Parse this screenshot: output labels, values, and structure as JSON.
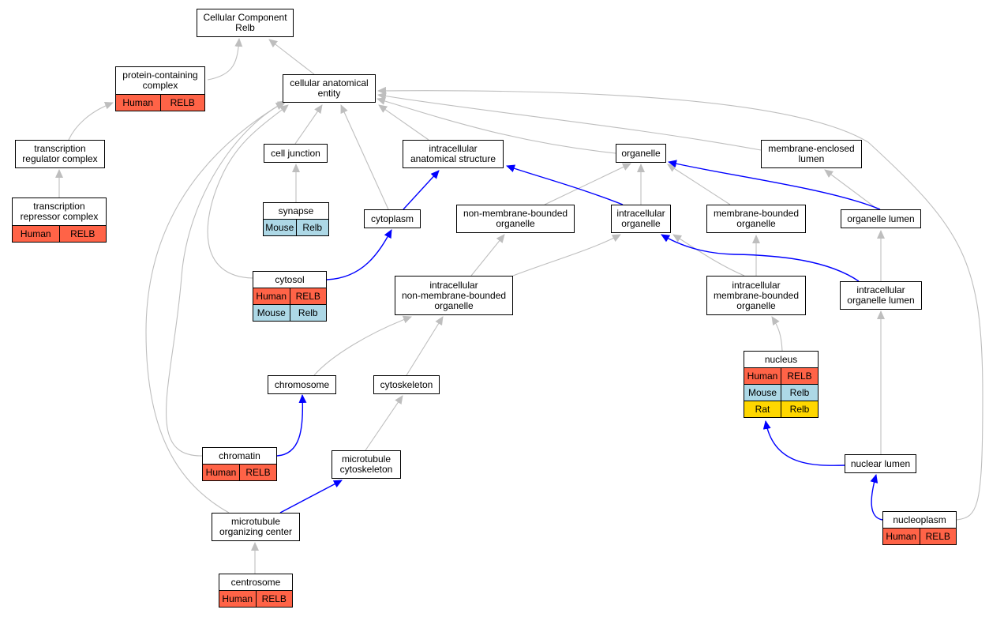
{
  "colors": {
    "human": "#ff6347",
    "mouse": "#add8e6",
    "rat": "#ffd700",
    "is_a_edge": "#bebebe",
    "part_of_edge": "#0000ff"
  },
  "nodes": {
    "root": {
      "label": "Cellular Component\nRelb",
      "annotations": []
    },
    "pcc": {
      "label": "protein-containing\ncomplex",
      "annotations": [
        {
          "species": "Human",
          "gene": "RELB",
          "kind": "human"
        }
      ]
    },
    "trc": {
      "label": "transcription\nregulator complex",
      "annotations": []
    },
    "trepc": {
      "label": "transcription\nrepressor complex",
      "annotations": [
        {
          "species": "Human",
          "gene": "RELB",
          "kind": "human"
        }
      ]
    },
    "cae": {
      "label": "cellular anatomical\nentity",
      "annotations": []
    },
    "cj": {
      "label": "cell junction",
      "annotations": []
    },
    "syn": {
      "label": "synapse",
      "annotations": [
        {
          "species": "Mouse",
          "gene": "Relb",
          "kind": "mouse"
        }
      ]
    },
    "ias": {
      "label": "intracellular\nanatomical structure",
      "annotations": []
    },
    "cyto": {
      "label": "cytoplasm",
      "annotations": []
    },
    "cytosol": {
      "label": "cytosol",
      "annotations": [
        {
          "species": "Human",
          "gene": "RELB",
          "kind": "human"
        },
        {
          "species": "Mouse",
          "gene": "Relb",
          "kind": "mouse"
        }
      ]
    },
    "org": {
      "label": "organelle",
      "annotations": []
    },
    "nmbo": {
      "label": "non-membrane-bounded\norganelle",
      "annotations": []
    },
    "io": {
      "label": "intracellular\norganelle",
      "annotations": []
    },
    "mbo": {
      "label": "membrane-bounded\norganelle",
      "annotations": []
    },
    "mel": {
      "label": "membrane-enclosed\nlumen",
      "annotations": []
    },
    "ol": {
      "label": "organelle lumen",
      "annotations": []
    },
    "inmbo": {
      "label": "intracellular\nnon-membrane-bounded\norganelle",
      "annotations": []
    },
    "imbo": {
      "label": "intracellular\nmembrane-bounded\norganelle",
      "annotations": []
    },
    "iol": {
      "label": "intracellular\norganelle lumen",
      "annotations": []
    },
    "nuc": {
      "label": "nucleus",
      "annotations": [
        {
          "species": "Human",
          "gene": "RELB",
          "kind": "human"
        },
        {
          "species": "Mouse",
          "gene": "Relb",
          "kind": "mouse"
        },
        {
          "species": "Rat",
          "gene": "Relb",
          "kind": "rat"
        }
      ]
    },
    "chrom": {
      "label": "chromosome",
      "annotations": []
    },
    "cysk": {
      "label": "cytoskeleton",
      "annotations": []
    },
    "chromatin": {
      "label": "chromatin",
      "annotations": [
        {
          "species": "Human",
          "gene": "RELB",
          "kind": "human"
        }
      ]
    },
    "mtcs": {
      "label": "microtubule\ncytoskeleton",
      "annotations": []
    },
    "nl": {
      "label": "nuclear lumen",
      "annotations": []
    },
    "moc": {
      "label": "microtubule\norganizing center",
      "annotations": []
    },
    "np": {
      "label": "nucleoplasm",
      "annotations": [
        {
          "species": "Human",
          "gene": "RELB",
          "kind": "human"
        }
      ]
    },
    "cent": {
      "label": "centrosome",
      "annotations": [
        {
          "species": "Human",
          "gene": "RELB",
          "kind": "human"
        }
      ]
    }
  },
  "edges": [
    {
      "from": "pcc",
      "to": "root",
      "type": "is_a"
    },
    {
      "from": "cae",
      "to": "root",
      "type": "is_a"
    },
    {
      "from": "trc",
      "to": "pcc",
      "type": "is_a"
    },
    {
      "from": "trepc",
      "to": "trc",
      "type": "is_a"
    },
    {
      "from": "cj",
      "to": "cae",
      "type": "is_a"
    },
    {
      "from": "syn",
      "to": "cj",
      "type": "is_a"
    },
    {
      "from": "ias",
      "to": "cae",
      "type": "is_a"
    },
    {
      "from": "cyto",
      "to": "cae",
      "type": "is_a"
    },
    {
      "from": "cyto",
      "to": "ias",
      "type": "part_of"
    },
    {
      "from": "cytosol",
      "to": "cae",
      "type": "is_a"
    },
    {
      "from": "cytosol",
      "to": "cyto",
      "type": "part_of"
    },
    {
      "from": "org",
      "to": "cae",
      "type": "is_a"
    },
    {
      "from": "mel",
      "to": "cae",
      "type": "is_a"
    },
    {
      "from": "nmbo",
      "to": "org",
      "type": "is_a"
    },
    {
      "from": "io",
      "to": "org",
      "type": "is_a"
    },
    {
      "from": "io",
      "to": "ias",
      "type": "part_of"
    },
    {
      "from": "mbo",
      "to": "org",
      "type": "is_a"
    },
    {
      "from": "ol",
      "to": "mel",
      "type": "is_a"
    },
    {
      "from": "ol",
      "to": "org",
      "type": "part_of"
    },
    {
      "from": "inmbo",
      "to": "nmbo",
      "type": "is_a"
    },
    {
      "from": "inmbo",
      "to": "io",
      "type": "is_a"
    },
    {
      "from": "imbo",
      "to": "mbo",
      "type": "is_a"
    },
    {
      "from": "imbo",
      "to": "io",
      "type": "is_a"
    },
    {
      "from": "iol",
      "to": "ol",
      "type": "is_a"
    },
    {
      "from": "iol",
      "to": "io",
      "type": "part_of"
    },
    {
      "from": "nuc",
      "to": "imbo",
      "type": "is_a"
    },
    {
      "from": "chrom",
      "to": "inmbo",
      "type": "is_a"
    },
    {
      "from": "cysk",
      "to": "inmbo",
      "type": "is_a"
    },
    {
      "from": "chromatin",
      "to": "cae",
      "type": "is_a"
    },
    {
      "from": "chromatin",
      "to": "chrom",
      "type": "part_of"
    },
    {
      "from": "mtcs",
      "to": "cysk",
      "type": "is_a"
    },
    {
      "from": "nl",
      "to": "iol",
      "type": "is_a"
    },
    {
      "from": "nl",
      "to": "nuc",
      "type": "part_of"
    },
    {
      "from": "moc",
      "to": "cae",
      "type": "is_a"
    },
    {
      "from": "moc",
      "to": "mtcs",
      "type": "part_of"
    },
    {
      "from": "np",
      "to": "cae",
      "type": "is_a"
    },
    {
      "from": "np",
      "to": "nl",
      "type": "part_of"
    },
    {
      "from": "cent",
      "to": "moc",
      "type": "is_a"
    }
  ]
}
